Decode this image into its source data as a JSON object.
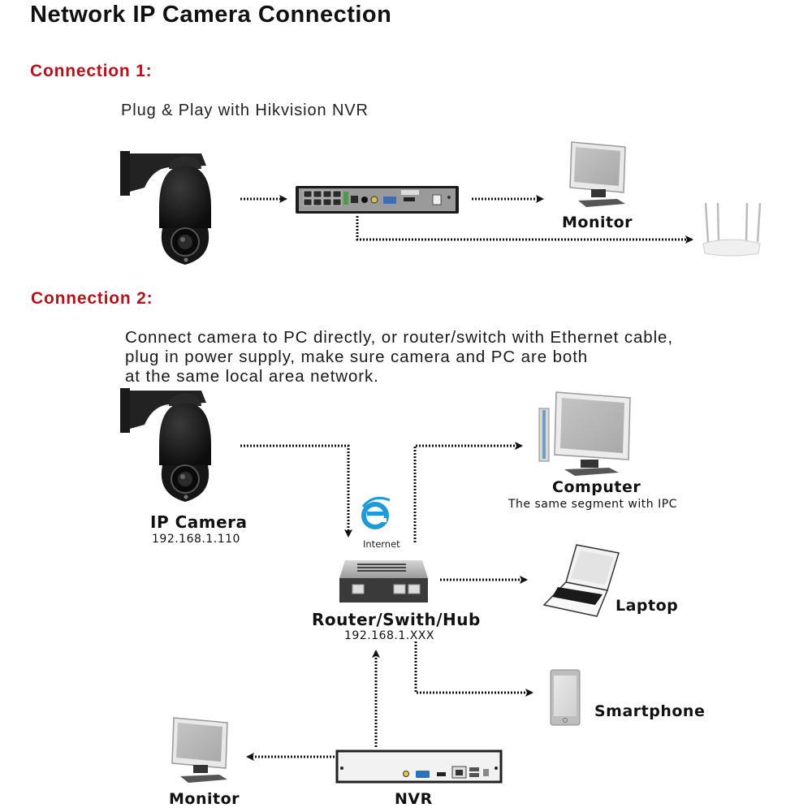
{
  "title": "Network IP Camera Connection",
  "connection1": {
    "heading": "Connection 1:",
    "description": "Plug & Play with Hikvision NVR",
    "devices": {
      "camera": "ptz-dome-camera",
      "nvr": "poe-nvr-8-port",
      "monitor_label": "Monitor",
      "router": "wireless-router"
    }
  },
  "connection2": {
    "heading": "Connection 2:",
    "description_lines": [
      "Connect camera to PC directly, or router/switch with Ethernet cable,",
      "plug in power supply, make sure camera and PC are both",
      "at the same local area network."
    ],
    "ip_camera": {
      "label": "IP Camera",
      "ip": "192.168.1.110"
    },
    "internet": {
      "label": "Internet"
    },
    "router": {
      "label": "Router/Swith/Hub",
      "ip": "192.168.1.XXX"
    },
    "computer": {
      "label": "Computer",
      "note": "The same segment with IPC"
    },
    "laptop": {
      "label": "Laptop"
    },
    "smartphone": {
      "label": "Smartphone"
    },
    "monitor": {
      "label": "Monitor"
    },
    "nvr": {
      "label": "NVR"
    }
  },
  "colors": {
    "heading_red": "#b3131a",
    "ie_blue": "#1e9ad6",
    "vga_blue": "#2e6fc0",
    "device_dark": "#1c1c1c"
  }
}
